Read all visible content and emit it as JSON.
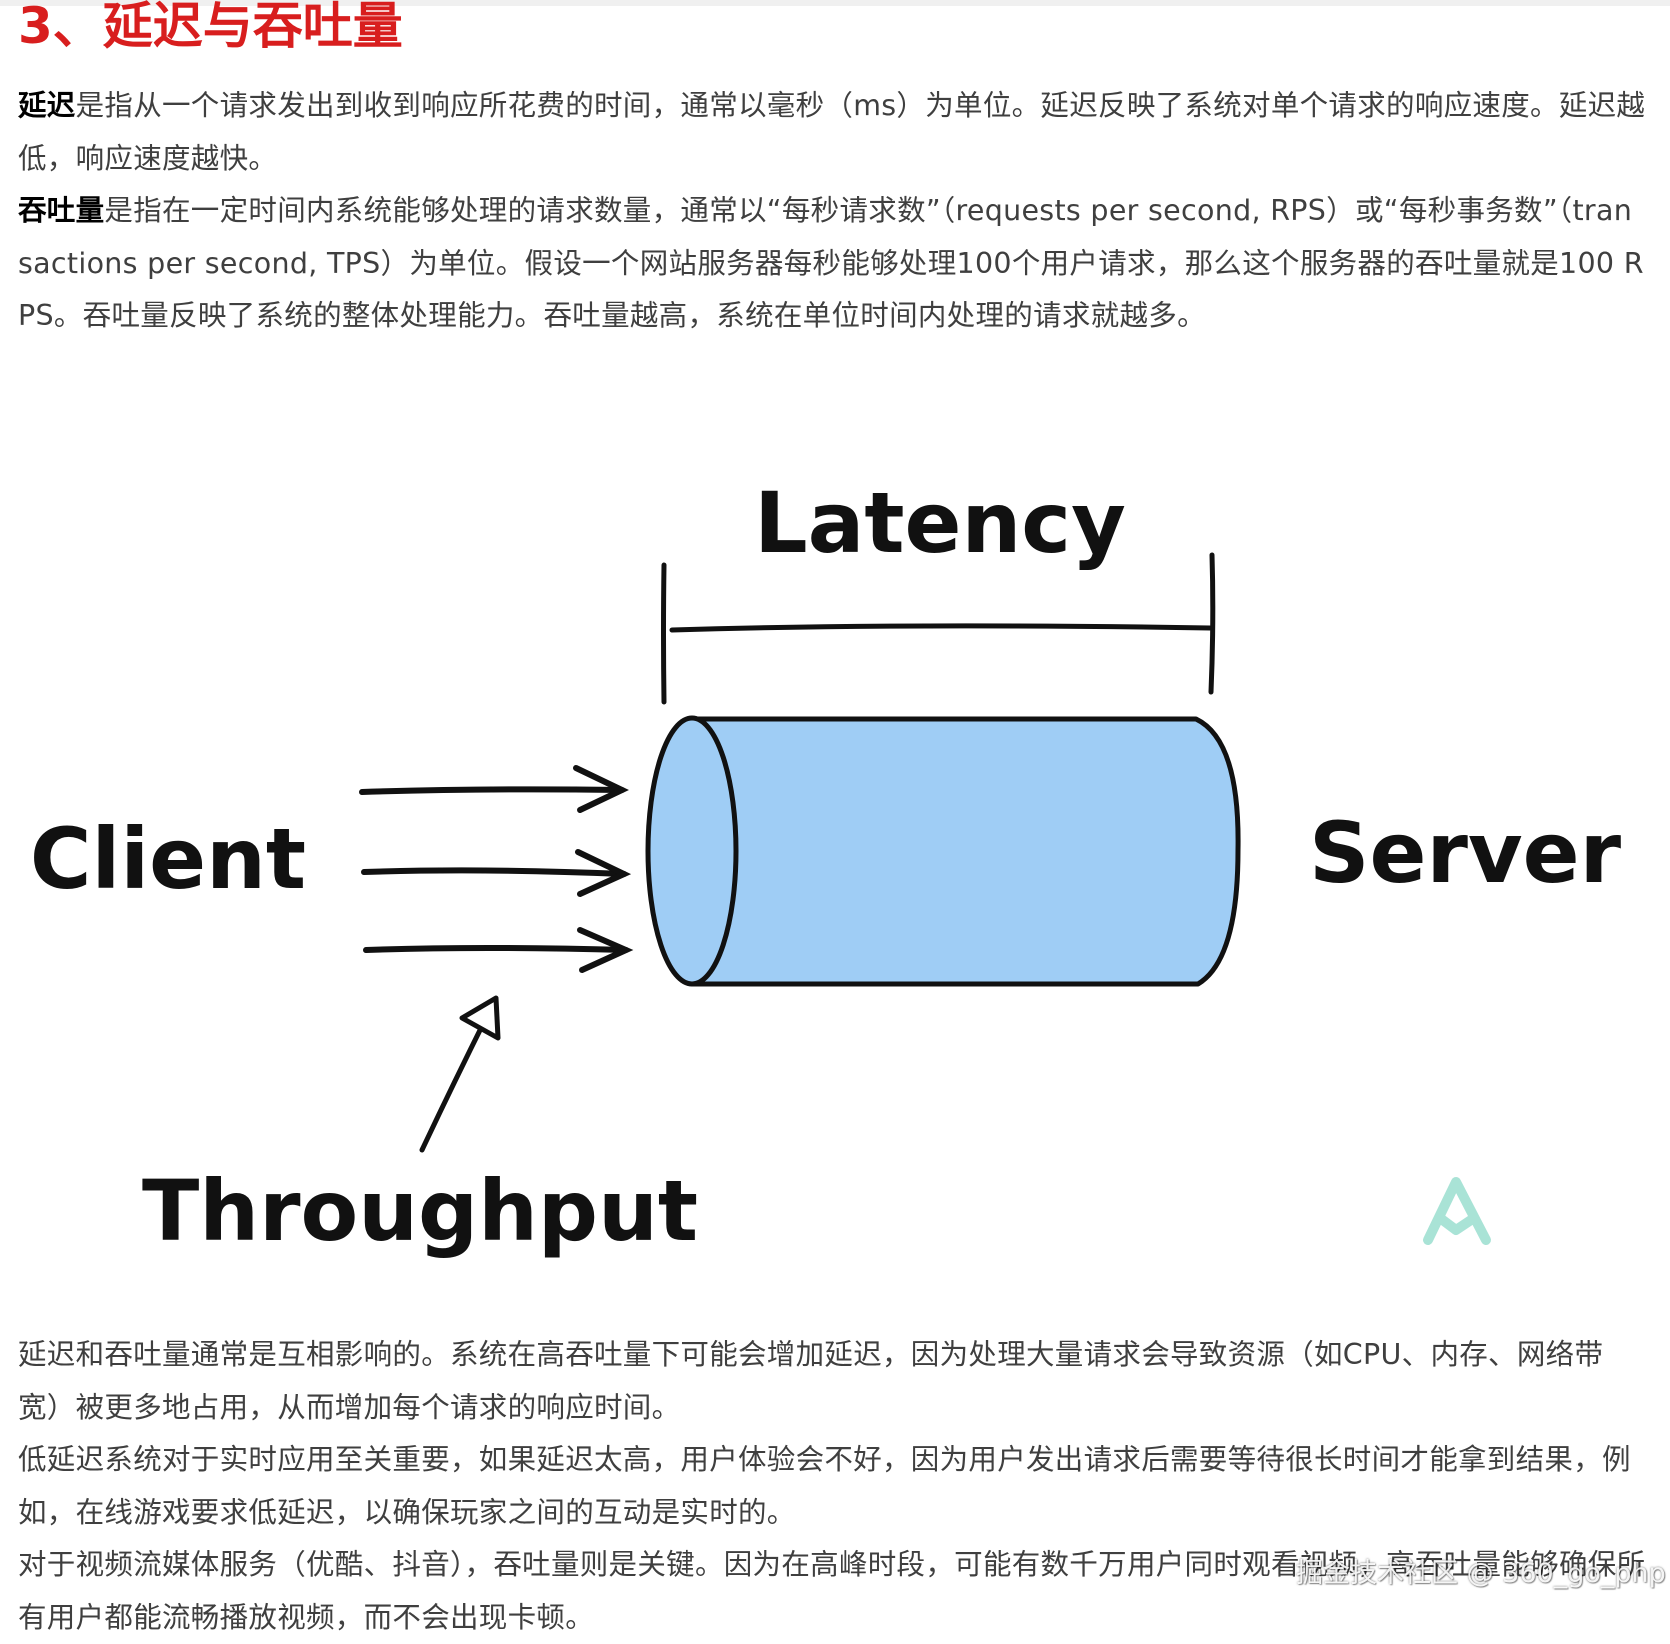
{
  "section_title": "3、延迟与吞吐量",
  "paragraphs": {
    "latency_term": "延迟",
    "latency_text": "是指从一个请求发出到收到响应所花费的时间，通常以毫秒（ms）为单位。延迟反映了系统对单个请求的响应速度。延迟越低，响应速度越快。",
    "throughput_term": "吞吐量",
    "throughput_text": "是指在一定时间内系统能够处理的请求数量，通常以“每秒请求数”（requests per second, RPS）或“每秒事务数”（transactions per second, TPS）为单位。假设一个网站服务器每秒能够处理100个用户请求，那么这个服务器的吞吐量就是100 RPS。吞吐量反映了系统的整体处理能力。吞吐量越高，系统在单位时间内处理的请求就越多。",
    "interplay": "延迟和吞吐量通常是互相影响的。系统在高吞吐量下可能会增加延迟，因为处理大量请求会导致资源（如CPU、内存、网络带宽）被更多地占用，从而增加每个请求的响应时间。",
    "low_latency": "低延迟系统对于实时应用至关重要，如果延迟太高，用户体验会不好，因为用户发出请求后需要等待很长时间才能拿到结果，例如，在线游戏要求低延迟，以确保玩家之间的互动是实时的。",
    "video": "对于视频流媒体服务（优酷、抖音），吞吐量则是关键。因为在高峰时段，可能有数千万用户同时观看视频，高吞吐量能够确保所有用户都能流畅播放视频，而不会出现卡顿。"
  },
  "diagram": {
    "latency_label": "Latency",
    "client_label": "Client",
    "server_label": "Server",
    "throughput_label": "Throughput",
    "pipe_color": "#9fcdf5",
    "stroke_color": "#111111",
    "logo_color": "#a9e3d6"
  },
  "watermark": "掘金技术社区 @ 360_go_php"
}
